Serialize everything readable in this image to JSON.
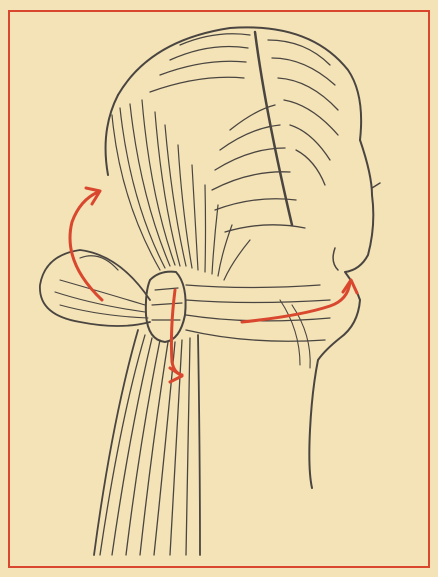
{
  "illustration": {
    "subject": "hair-ribbon-tying-steps",
    "paper_color": "#f3e3b7",
    "ink_color": "#4a4540",
    "accent_color": "#d9472f",
    "arrows": [
      "wrap-up-arrow",
      "pull-through-arrow",
      "wrap-right-arrow"
    ]
  }
}
